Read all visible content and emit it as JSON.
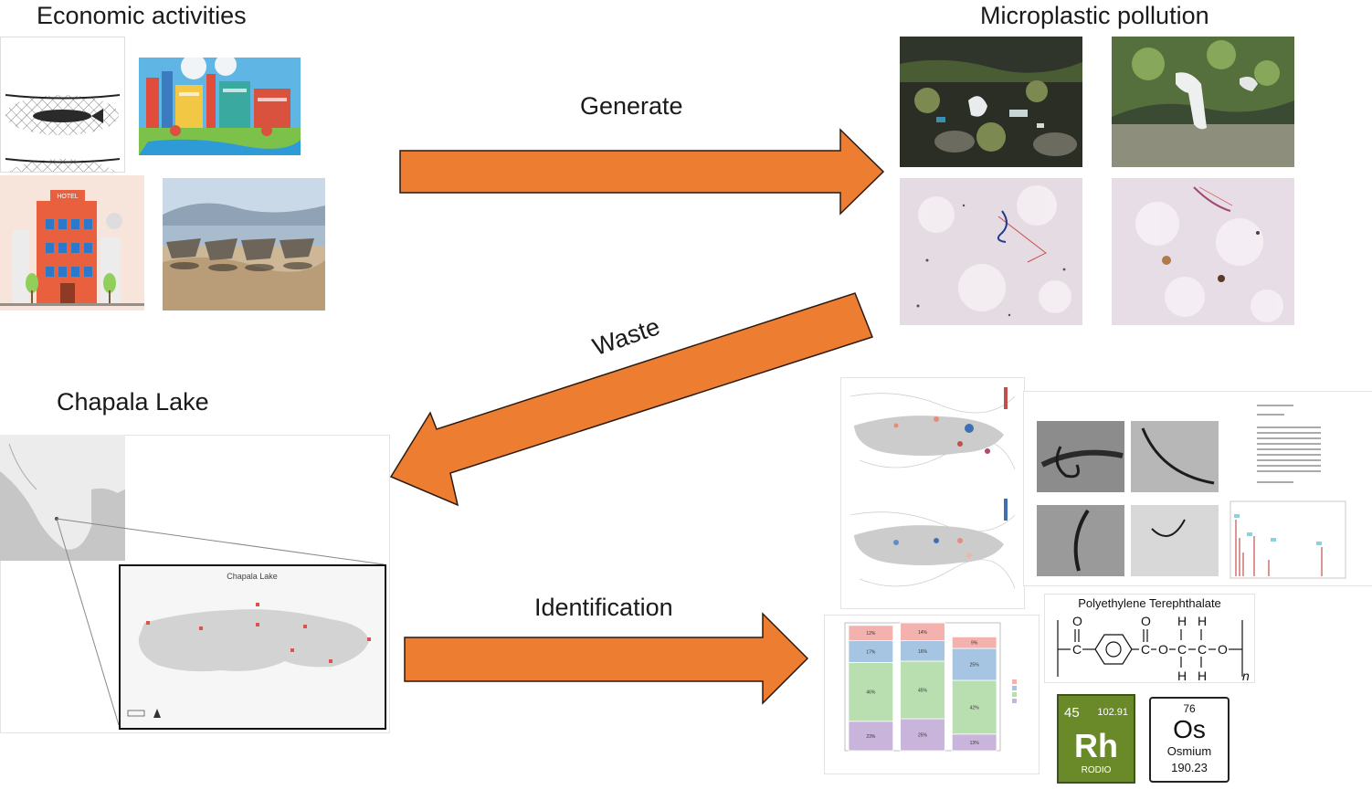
{
  "sections": {
    "economic": "Economic activities",
    "microplastic": "Microplastic pollution",
    "lake": "Chapala Lake"
  },
  "flows": {
    "generate": "Generate",
    "waste": "Waste",
    "identification": "Identification"
  },
  "icons": {
    "economic": [
      "fishing-net-icon",
      "factory-icon",
      "hotel-icon",
      "boats-on-shore-photo"
    ],
    "microplastic": [
      "shore-debris-photo",
      "plastic-bag-in-water-photo",
      "fiber-micrograph-1",
      "fiber-micrograph-2"
    ]
  },
  "hotel_sign": "HOTEL",
  "map_inset": {
    "title": "Chapala Lake"
  },
  "polymer": {
    "name": "Polyethylene Terephthalate",
    "formula": {
      "o1": "O",
      "c1": "C",
      "o2": "O",
      "c2": "C",
      "o3": "O",
      "h": "H",
      "c": "C",
      "o4": "O",
      "n": "n"
    }
  },
  "elements": [
    {
      "number": "45",
      "mass": "102.91",
      "symbol": "Rh",
      "name": "RODIO",
      "color": "#6a8a2a"
    },
    {
      "number": "76",
      "mass": "190.23",
      "symbol": "Os",
      "name": "Osmium",
      "color": "#ffffff"
    }
  ],
  "colors": {
    "arrow": "#ed7d31",
    "arrow_stroke": "#2b1a10"
  },
  "chart_data": {
    "type": "bar",
    "stacked": true,
    "categories": [
      "",
      "",
      ""
    ],
    "series": [
      {
        "name": "",
        "color": "#c9b5dc",
        "values": [
          23,
          25,
          13
        ]
      },
      {
        "name": "",
        "color": "#b9dfb1",
        "values": [
          46,
          45,
          42
        ]
      },
      {
        "name": "",
        "color": "#a6c5e2",
        "values": [
          17,
          16,
          25
        ]
      },
      {
        "name": "",
        "color": "#f3b2ae",
        "values": [
          12,
          14,
          9
        ]
      }
    ],
    "data_labels": [
      [
        "23%",
        "46%",
        "17%",
        "12%"
      ],
      [
        "25%",
        "45%",
        "16%",
        "14%"
      ],
      [
        "13%",
        "42%",
        "25%",
        "9%"
      ]
    ],
    "ylim": [
      0,
      100
    ]
  }
}
